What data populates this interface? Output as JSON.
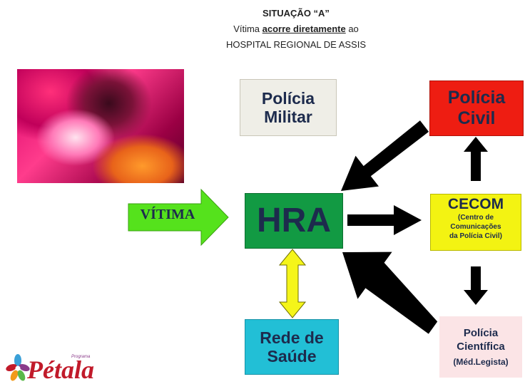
{
  "header": {
    "title": "SITUAÇÃO “A”",
    "line2_pre": "Vítima ",
    "line2_em": "acorre diretamente",
    "line2_post": " ao",
    "line3": "HOSPITAL REGIONAL DE ASSIS"
  },
  "nodes": {
    "policia_militar": [
      "Polícia",
      "Militar"
    ],
    "policia_civil": [
      "Polícia",
      "Civil"
    ],
    "hra": "HRA",
    "cecom": {
      "title": "CECOM",
      "sub": [
        "(Centro de",
        "Comunicações",
        "da Polícia Civil)"
      ]
    },
    "rede_saude": [
      "Rede de",
      "Saúde"
    ],
    "policia_cientifica": {
      "lines": [
        "Polícia",
        "Científica"
      ],
      "note": "(Méd.Legista)"
    }
  },
  "vitima_arrow": {
    "label": "VÍTIMA"
  },
  "logo": {
    "word": "Pétala",
    "tag": "Programa"
  },
  "colors": {
    "text_dark": "#1d2b4d",
    "hra": "#129a43",
    "policia_civil": "#ee1d12",
    "cecom": "#f3f312",
    "rede_saude": "#22bfd6",
    "policia_militar": "#efeee7",
    "policia_cientifica": "#fbe4e6",
    "vitima_arrow": "#55e21c",
    "double_arrow": "#f5f51a",
    "arrow": "#000000"
  },
  "icons": {
    "photo": "photo-victim-icon",
    "logo": "flower-logo-icon"
  }
}
